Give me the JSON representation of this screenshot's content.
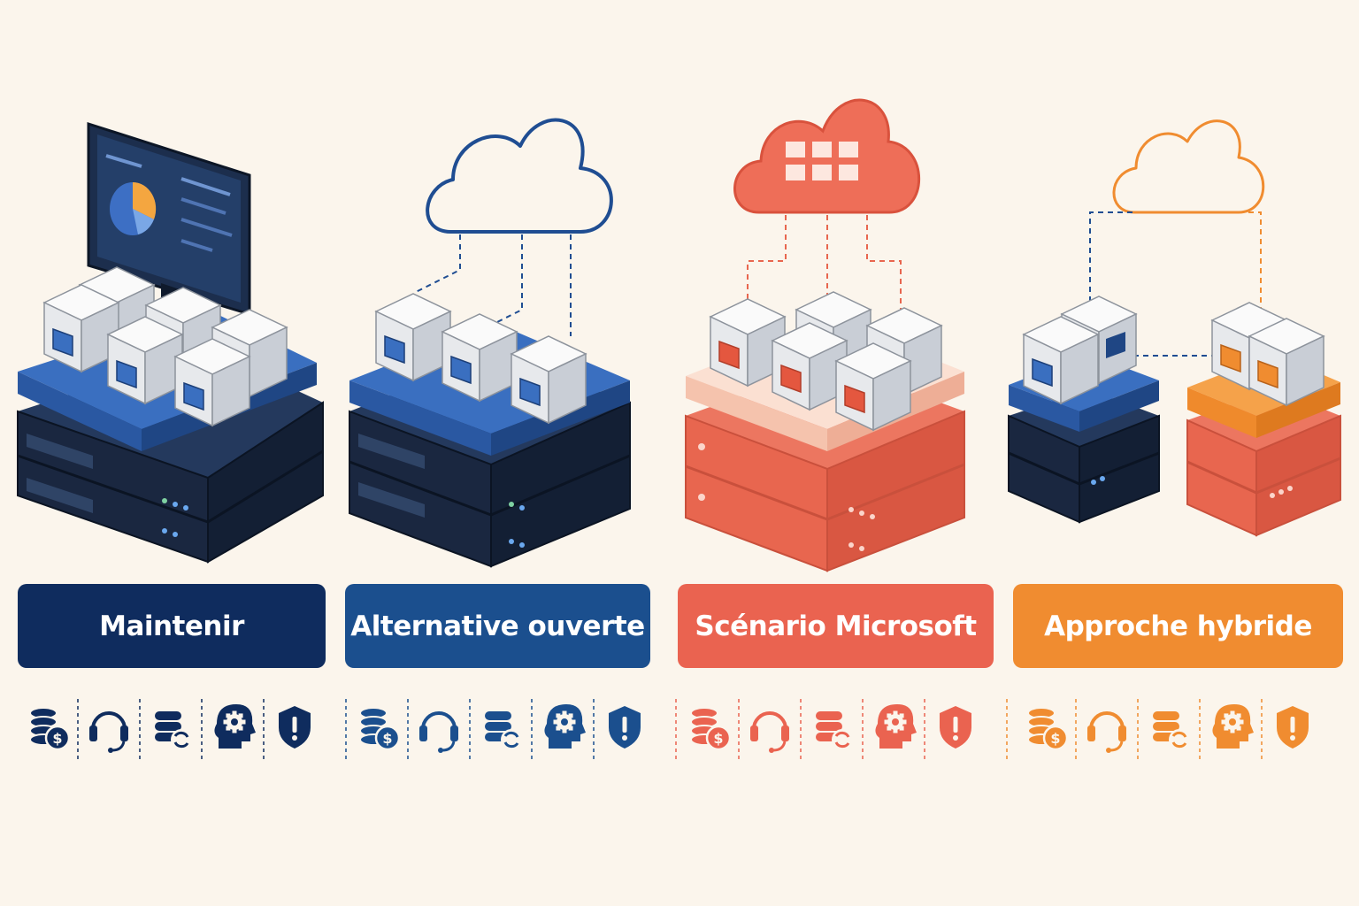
{
  "scenarios": [
    {
      "label": "Maintenir",
      "color": "#0f2c5e"
    },
    {
      "label": "Alternative ouverte",
      "color": "#1b4f8e"
    },
    {
      "label": "Scénario Microsoft",
      "color": "#ea6350"
    },
    {
      "label": "Approche hybride",
      "color": "#f08c30"
    }
  ],
  "icon_row": [
    "coins-dollar-icon",
    "headset-icon",
    "database-sync-icon",
    "head-gear-icon",
    "shield-alert-icon"
  ],
  "colors": {
    "background": "#fbf5ec",
    "navy_dark": "#17273f",
    "blue_platform": "#2f63b5",
    "coral": "#e8664f",
    "coral_light": "#f8d6c6",
    "orange": "#f2973a",
    "module_white": "#f1f2f4"
  }
}
